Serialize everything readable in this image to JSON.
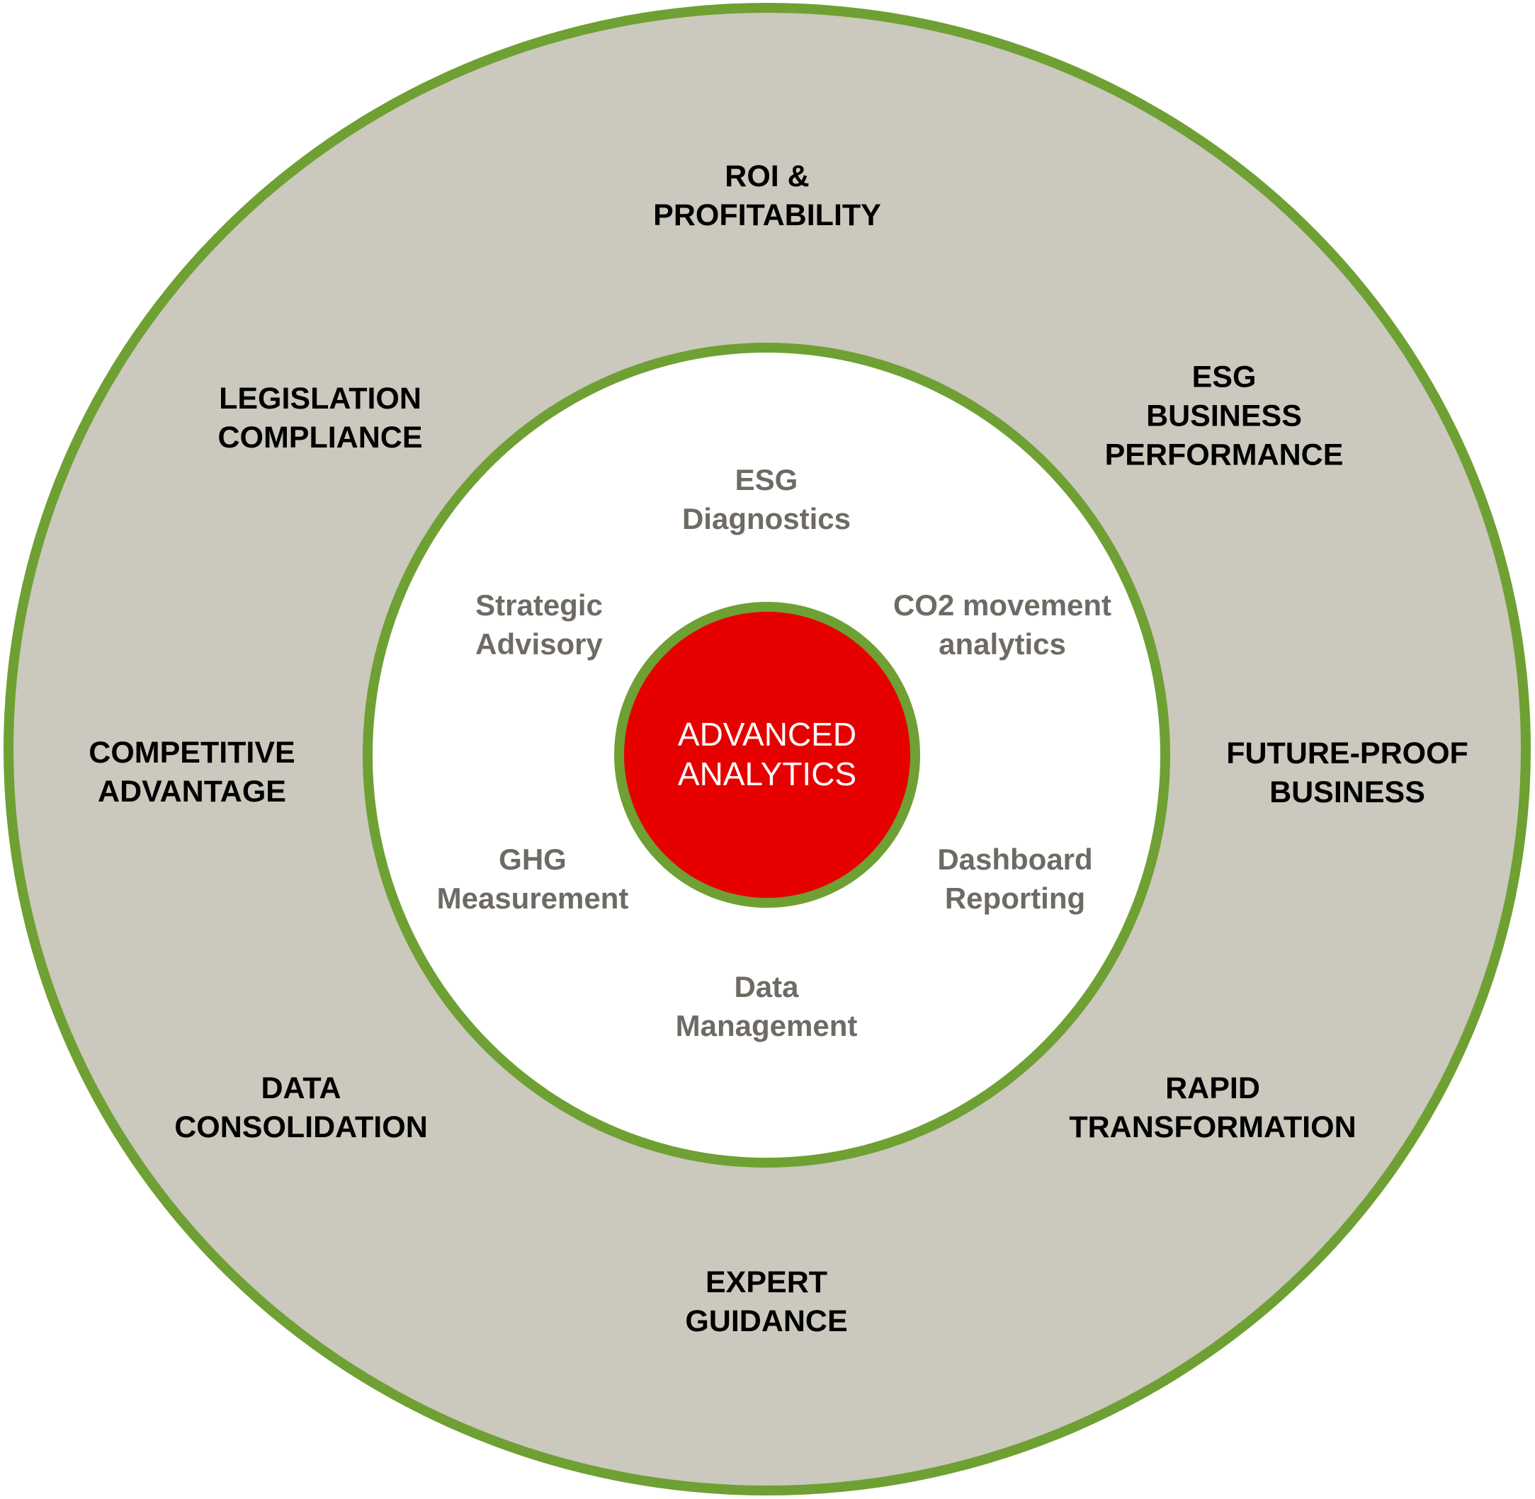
{
  "colors": {
    "ring_border": "#6fa033",
    "outer_fill": "#cbc8bd",
    "core_fill": "#e60000",
    "inner_text": "#6e6a64",
    "core_text": "#ffffff"
  },
  "core": {
    "lines": [
      "ADVANCED",
      "ANALYTICS"
    ]
  },
  "inner_items": [
    {
      "lines": [
        "ESG",
        "Diagnostics"
      ]
    },
    {
      "lines": [
        "CO2 movement",
        "analytics"
      ]
    },
    {
      "lines": [
        "Dashboard",
        "Reporting"
      ]
    },
    {
      "lines": [
        "Data",
        "Management"
      ]
    },
    {
      "lines": [
        "GHG",
        "Measurement"
      ]
    },
    {
      "lines": [
        "Strategic",
        "Advisory"
      ]
    }
  ],
  "outer_items": [
    {
      "lines": [
        "ROI &",
        "PROFITABILITY"
      ]
    },
    {
      "lines": [
        "ESG",
        "BUSINESS",
        "PERFORMANCE"
      ]
    },
    {
      "lines": [
        "FUTURE-PROOF",
        "BUSINESS"
      ]
    },
    {
      "lines": [
        "RAPID",
        "TRANSFORMATION"
      ]
    },
    {
      "lines": [
        "EXPERT",
        "GUIDANCE"
      ]
    },
    {
      "lines": [
        "DATA",
        "CONSOLIDATION"
      ]
    },
    {
      "lines": [
        "COMPETITIVE",
        "ADVANTAGE"
      ]
    },
    {
      "lines": [
        "LEGISLATION",
        "COMPLIANCE"
      ]
    }
  ]
}
